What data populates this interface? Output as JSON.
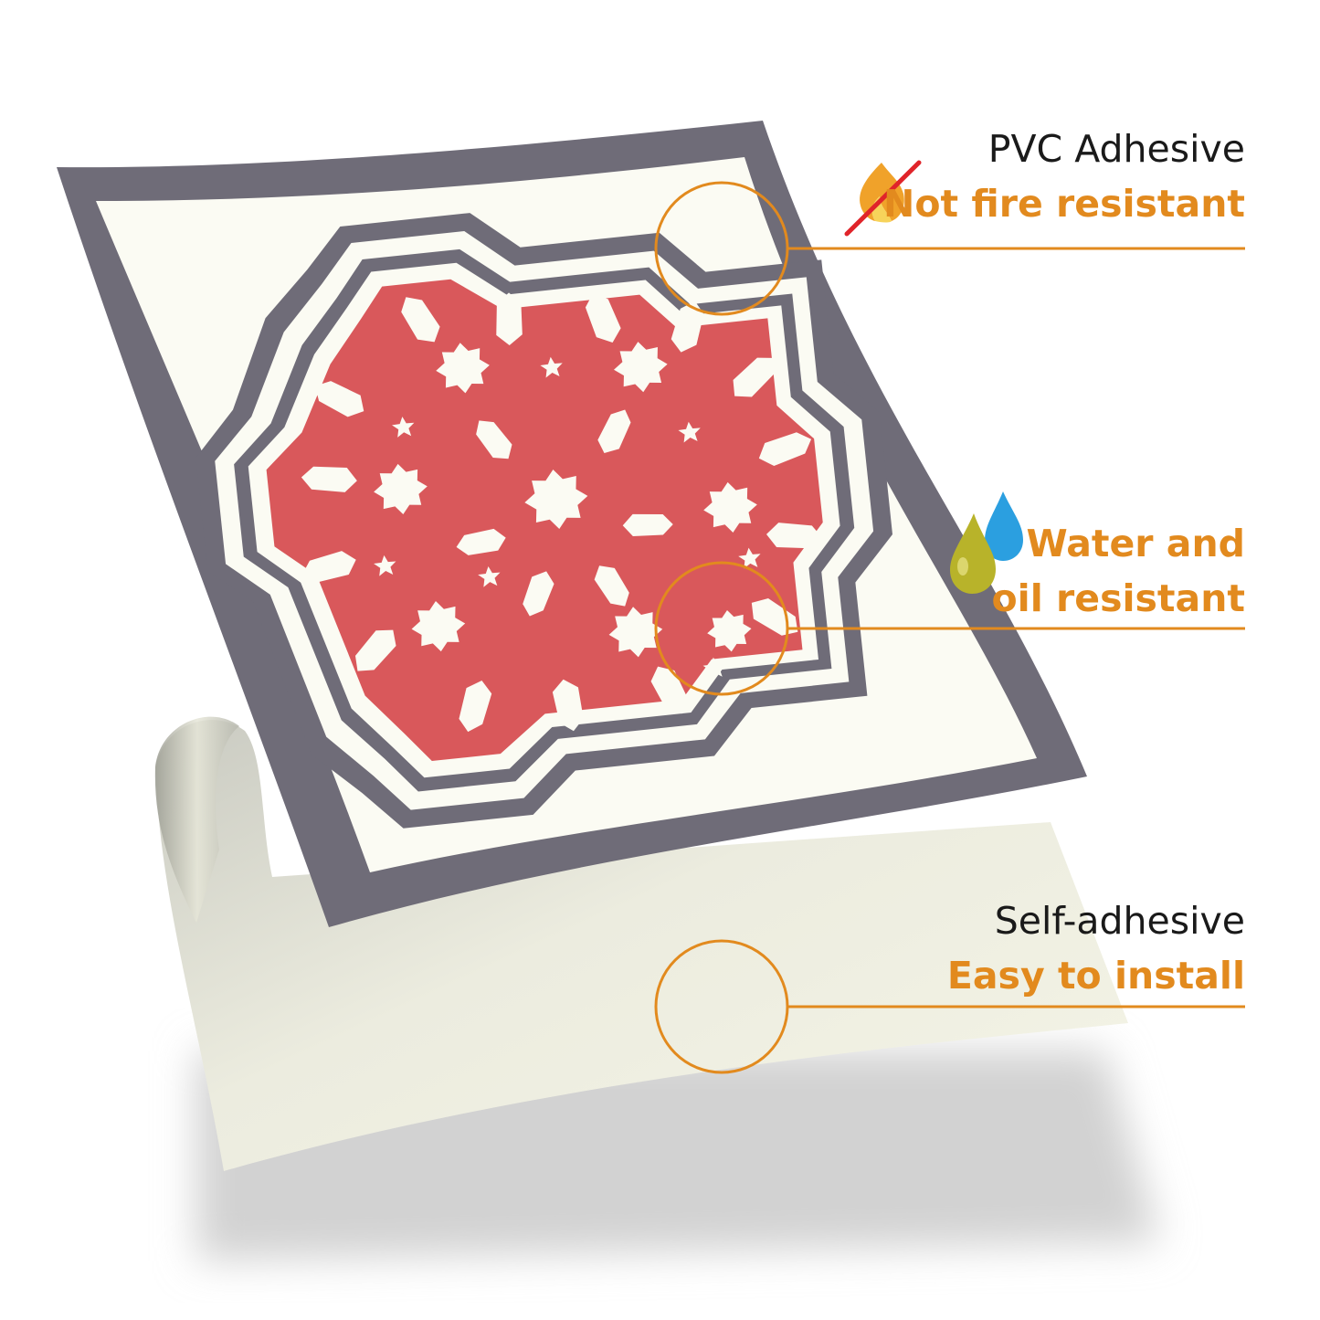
{
  "features": [
    {
      "title": "PVC Adhesive",
      "subtitle": "Not fire resistant",
      "icon": "no-fire-icon"
    },
    {
      "title": "",
      "subtitle": "Water and\noil resistant",
      "icon": "water-oil-drops-icon"
    },
    {
      "title": "Self-adhesive",
      "subtitle": "Easy to install",
      "icon": ""
    }
  ],
  "colors": {
    "accent": "#e28a1e",
    "tile_red": "#d9585b",
    "border_gray": "#6f6c78",
    "cream": "#fbfbf3"
  }
}
